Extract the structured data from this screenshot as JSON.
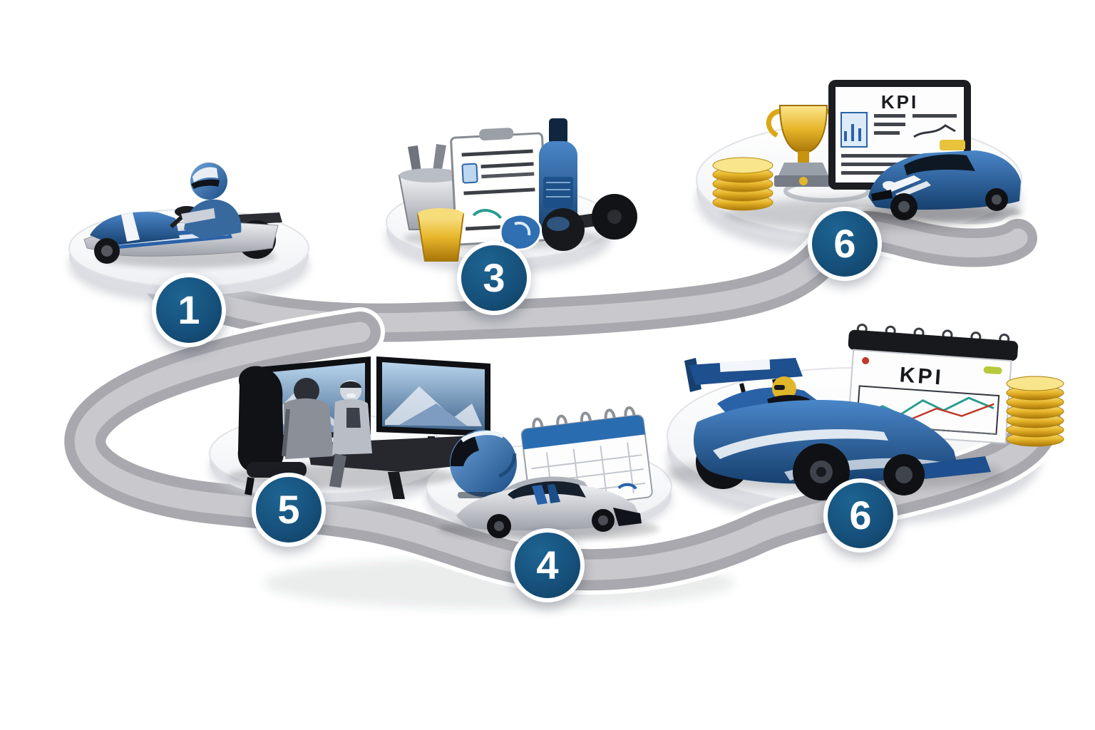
{
  "diagram": {
    "type": "racing-roadmap",
    "background": "#ffffff",
    "steps": [
      {
        "number": "1",
        "name": "go-kart-start",
        "icon": "go-kart-icon"
      },
      {
        "number": "3",
        "name": "training-equipment",
        "icon": "training-gear-icon"
      },
      {
        "number": "6",
        "name": "results-trophy",
        "icon": "trophy-kpi-car-icon"
      },
      {
        "number": "5",
        "name": "simulator-briefing",
        "icon": "simulator-icon"
      },
      {
        "number": "4",
        "name": "race-plan",
        "icon": "helmet-car-calendar-icon"
      },
      {
        "number": "6",
        "name": "race-performance",
        "icon": "formula-kpi-coins-icon"
      }
    ],
    "boards": {
      "kpi_top": "KPI",
      "kpi_bottom": "KPI"
    },
    "colors": {
      "badge": "#16517c",
      "badge_border": "#ffffff",
      "road_outer": "#a8a8ae",
      "road_inner": "#c8c8cd",
      "platform": "#fdfdfe",
      "gold": "#e3b72b",
      "car_blue": "#2a62a8"
    }
  }
}
